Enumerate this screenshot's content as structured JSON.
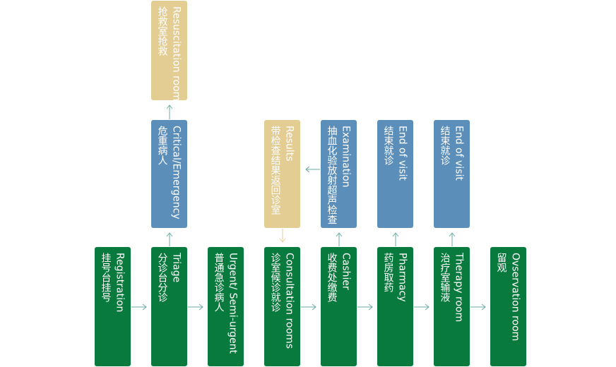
{
  "colors": {
    "process_green": "#087a3d",
    "info_blue": "#5b8fba",
    "return_tan": "#e4cd93",
    "arrow_teal": "#6aaaa4",
    "arrow_tan": "#e8cfa0"
  },
  "nodes": {
    "registration": {
      "en": "Registration",
      "zh": "挂号台挂号"
    },
    "triage": {
      "en": "Triage",
      "zh": "分诊台分诊"
    },
    "urgent": {
      "en": "Urgent/ Semi-urgent",
      "zh": "普通急诊病人"
    },
    "consultation": {
      "en": "Consultation rooms",
      "zh": "诊室候诊就诊"
    },
    "cashier": {
      "en": "Cashier",
      "zh": "收费处缴费"
    },
    "pharmacy": {
      "en": "Pharmacy",
      "zh": "药房取药"
    },
    "therapy": {
      "en": "Therapy room",
      "zh": "治疗室输液"
    },
    "observation": {
      "en": "Ovservation room",
      "zh": "留观"
    },
    "critical": {
      "en": "Critical/Emergency",
      "zh": "危重病人"
    },
    "resuscitation": {
      "en": "Resuscitation room",
      "zh": "抢救室抢救"
    },
    "results": {
      "en": "Results",
      "zh": "带检查结果返回诊室"
    },
    "examination": {
      "en": "Examination",
      "zh": "抽血化验放射超声检查"
    },
    "end_visit_1": {
      "en": "End of visit",
      "zh": "结束就诊"
    },
    "end_visit_2": {
      "en": "End of visit",
      "zh": "结束就诊"
    }
  }
}
